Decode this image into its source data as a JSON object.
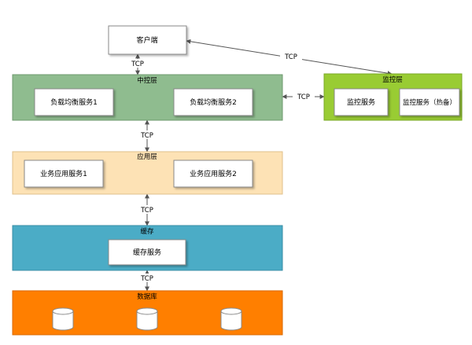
{
  "client": {
    "label": "客户端"
  },
  "control_layer": {
    "title": "中控层",
    "services": [
      "负载均衡服务1",
      "负载均衡服务2"
    ],
    "color": "#8fbc8f"
  },
  "monitor_layer": {
    "title": "监控层",
    "services": [
      "监控服务",
      "监控服务（热备）"
    ],
    "color": "#99cc33"
  },
  "app_layer": {
    "title": "应用层",
    "services": [
      "业务应用服务1",
      "业务应用服务2"
    ],
    "color": "#fde2b5"
  },
  "cache_layer": {
    "title": "缓存",
    "services": [
      "缓存服务"
    ],
    "color": "#4bacc6"
  },
  "db_layer": {
    "title": "数据库",
    "color": "#ff7f00"
  },
  "connections": {
    "client_control": "TCP",
    "client_monitor": "TCP",
    "control_monitor": "TCP",
    "control_app": "TCP",
    "app_cache": "TCP",
    "cache_db": "TCP"
  }
}
